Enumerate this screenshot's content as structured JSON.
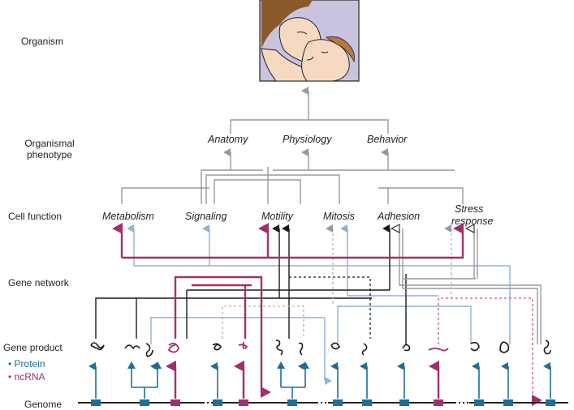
{
  "levels": {
    "organism": "Organism",
    "phenotype": [
      "Organismal",
      "phenotype"
    ],
    "cell_function": "Cell function",
    "gene_network": "Gene network",
    "gene_product": "Gene product",
    "genome": "Genome"
  },
  "legend": {
    "protein": "Protein",
    "ncrna": "ncRNA"
  },
  "phenotypes": [
    "Anatomy",
    "Physiology",
    "Behavior"
  ],
  "cell_functions": [
    "Metabolism",
    "Signaling",
    "Motility",
    "Mitosis",
    "Adhesion"
  ],
  "stress_response": [
    "Stress",
    "response"
  ],
  "colors": {
    "protein": "#1f6e93",
    "ncrna": "#a0306e",
    "gray": "#9a9a9a",
    "black": "#1a1a1a",
    "lightblue": "#8fb3d6",
    "genome_line": "#222222"
  },
  "illustration": "mother-kissing-baby-illustration"
}
